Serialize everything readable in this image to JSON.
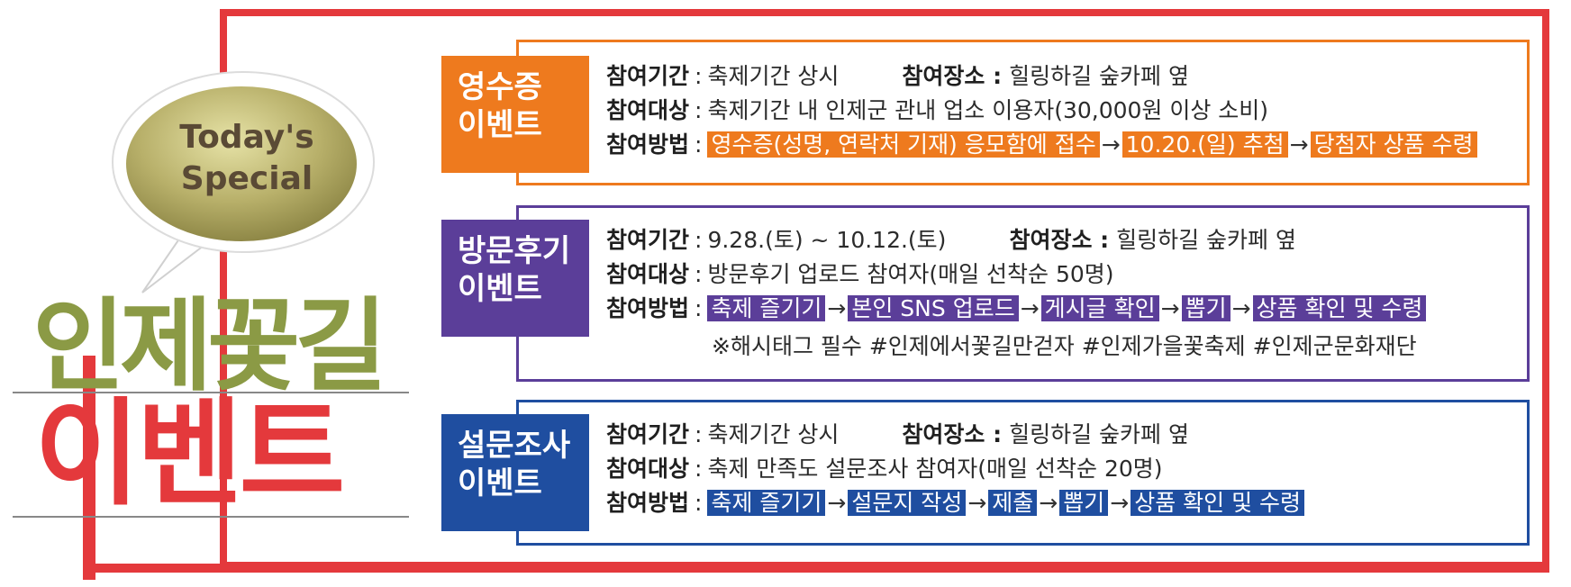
{
  "bubble": {
    "line1": "Today's",
    "line2": "Special"
  },
  "title": {
    "line1": "인제꽃길",
    "line2": "이벤트"
  },
  "colors": {
    "frame": "#e4393c",
    "orange": "#ee7a1e",
    "purple": "#5b3e99",
    "blue": "#1f4ea0",
    "olive": "#8b9a45"
  },
  "events": [
    {
      "tag1": "영수증",
      "tag2": "이벤트",
      "period_label": "참여기간",
      "period": "축제기간 상시",
      "place_label": "참여장소 :",
      "place": "힐링하길 숲카페 옆",
      "target_label": "참여대상",
      "target": "축제기간 내 인제군 관내 업소 이용자(30,000원 이상 소비)",
      "method_label": "참여방법",
      "steps": [
        "영수증(성명, 연락처 기재) 응모함에 접수",
        "10.20.(일) 추첨",
        "당첨자 상품 수령"
      ]
    },
    {
      "tag1": "방문후기",
      "tag2": "이벤트",
      "period_label": "참여기간",
      "period": "9.28.(토) ~ 10.12.(토)",
      "place_label": "참여장소 :",
      "place": "힐링하길 숲카페 옆",
      "target_label": "참여대상",
      "target": "방문후기 업로드 참여자(매일 선착순 50명)",
      "method_label": "참여방법",
      "steps": [
        "축제 즐기기",
        "본인 SNS 업로드",
        "게시글 확인",
        "뽑기",
        "상품 확인 및 수령"
      ],
      "note": "※해시태그 필수 #인제에서꽃길만걷자 #인제가을꽃축제 #인제군문화재단"
    },
    {
      "tag1": "설문조사",
      "tag2": "이벤트",
      "period_label": "참여기간",
      "period": "축제기간 상시",
      "place_label": "참여장소 :",
      "place": "힐링하길 숲카페 옆",
      "target_label": "참여대상",
      "target": "축제 만족도 설문조사 참여자(매일 선착순 20명)",
      "method_label": "참여방법",
      "steps": [
        "축제 즐기기",
        "설문지 작성",
        "제출",
        "뽑기",
        "상품 확인 및 수령"
      ]
    }
  ],
  "arrow": "→",
  "colon": ":"
}
